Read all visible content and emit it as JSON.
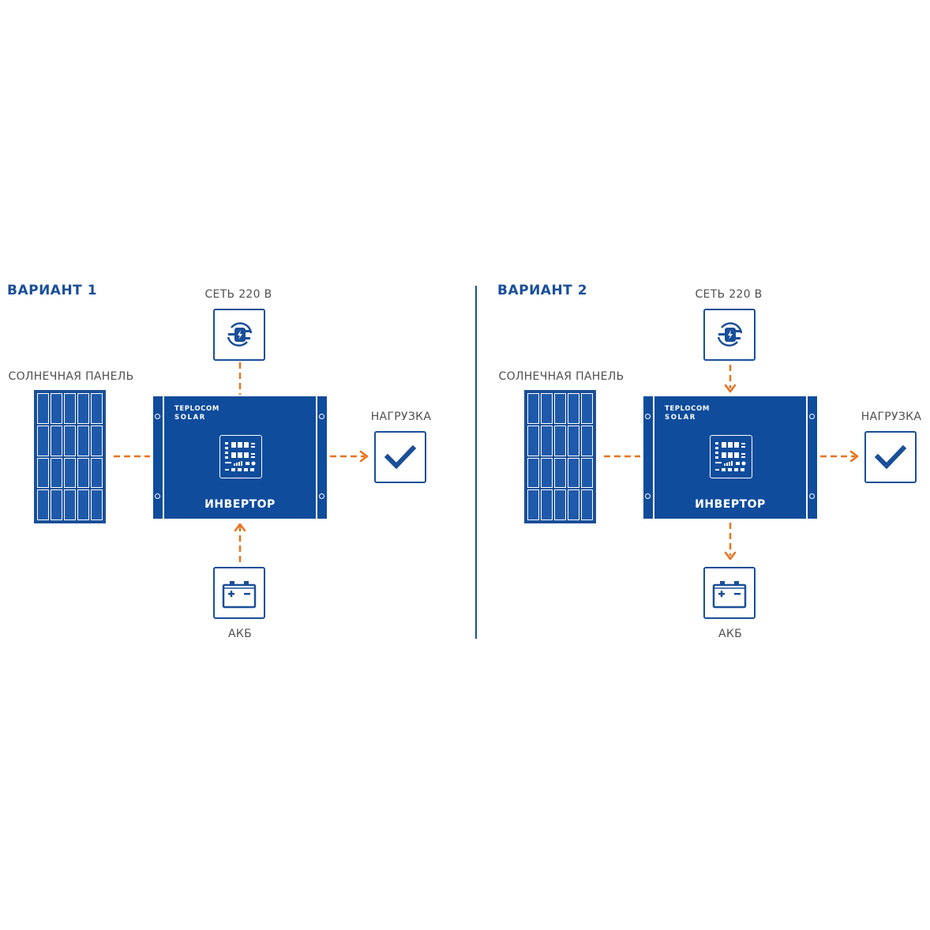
{
  "variants": [
    {
      "title": "ВАРИАНТ 1",
      "grid_label": "СЕТЬ 220 В",
      "solar_label": "СОЛНЕЧНАЯ ПАНЕЛЬ",
      "load_label": "НАГРУЗКА",
      "battery_label": "АКБ",
      "inverter": {
        "brand_line1": "TEPLOCOM",
        "brand_line2": "SOLAR",
        "name": "ИНВЕРТОР"
      },
      "connections": {
        "grid": "none",
        "battery": "to-inverter",
        "load": "to-load",
        "solar": "none"
      }
    },
    {
      "title": "ВАРИАНТ 2",
      "grid_label": "СЕТЬ 220 В",
      "solar_label": "СОЛНЕЧНАЯ ПАНЕЛЬ",
      "load_label": "НАГРУЗКА",
      "battery_label": "АКБ",
      "inverter": {
        "brand_line1": "TEPLOCOM",
        "brand_line2": "SOLAR",
        "name": "ИНВЕРТОР"
      },
      "connections": {
        "grid": "to-inverter",
        "battery": "to-battery",
        "load": "to-load",
        "solar": "none"
      }
    }
  ],
  "colors": {
    "brand_blue": "#1a4f98",
    "inverter_blue": "#0f4c9c",
    "arrow_orange": "#e8731e",
    "label_gray": "#4f4f4f"
  },
  "icons": {
    "grid": "power-plug-icon",
    "load": "checkmark-icon",
    "battery": "car-battery-icon",
    "solar": "solar-panel-icon"
  }
}
